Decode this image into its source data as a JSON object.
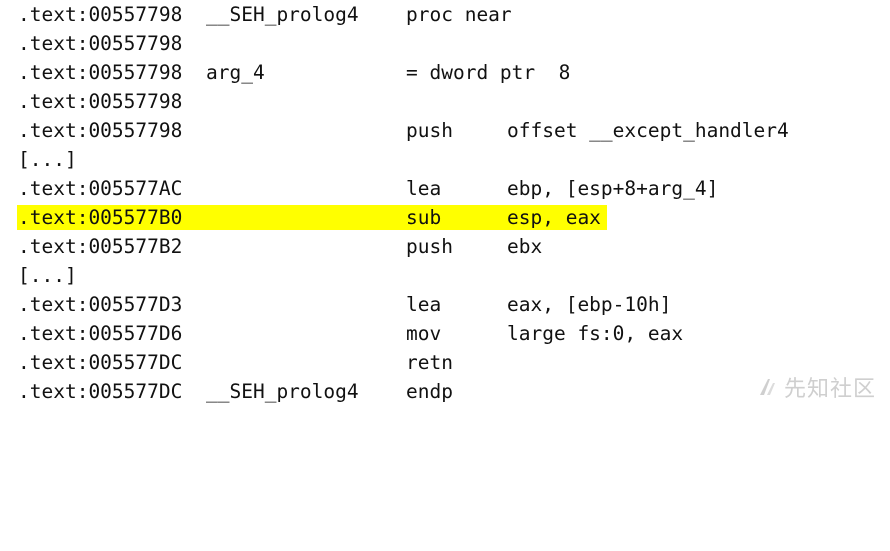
{
  "listing": {
    "highlight_color": "#ffff00",
    "lines": [
      {
        "addr": ".text:00557798",
        "name": "__SEH_prolog4",
        "op": "proc near",
        "args": ""
      },
      {
        "addr": ".text:00557798",
        "name": "",
        "op": "",
        "args": ""
      },
      {
        "addr": ".text:00557798",
        "name": "arg_4",
        "op": "= dword ptr  8",
        "args": ""
      },
      {
        "addr": ".text:00557798",
        "name": "",
        "op": "",
        "args": ""
      },
      {
        "addr": ".text:00557798",
        "name": "",
        "op": "push",
        "args": "offset __except_handler4"
      },
      {
        "addr": "[...]",
        "name": "",
        "op": "",
        "args": ""
      },
      {
        "addr": ".text:005577AC",
        "name": "",
        "op": "lea",
        "args": "ebp, [esp+8+arg_4]"
      },
      {
        "addr": ".text:005577B0",
        "name": "",
        "op": "sub",
        "args": "esp, eax",
        "highlighted": true
      },
      {
        "addr": ".text:005577B2",
        "name": "",
        "op": "push",
        "args": "ebx"
      },
      {
        "addr": "[...]",
        "name": "",
        "op": "",
        "args": ""
      },
      {
        "addr": ".text:005577D3",
        "name": "",
        "op": "lea",
        "args": "eax, [ebp-10h]"
      },
      {
        "addr": ".text:005577D6",
        "name": "",
        "op": "mov",
        "args": "large fs:0, eax"
      },
      {
        "addr": ".text:005577DC",
        "name": "",
        "op": "retn",
        "args": ""
      },
      {
        "addr": ".text:005577DC",
        "name": "__SEH_prolog4",
        "op": "endp",
        "args": ""
      }
    ]
  },
  "watermark": {
    "text": "先知社区",
    "icon": "xianzhi-logo-icon"
  }
}
